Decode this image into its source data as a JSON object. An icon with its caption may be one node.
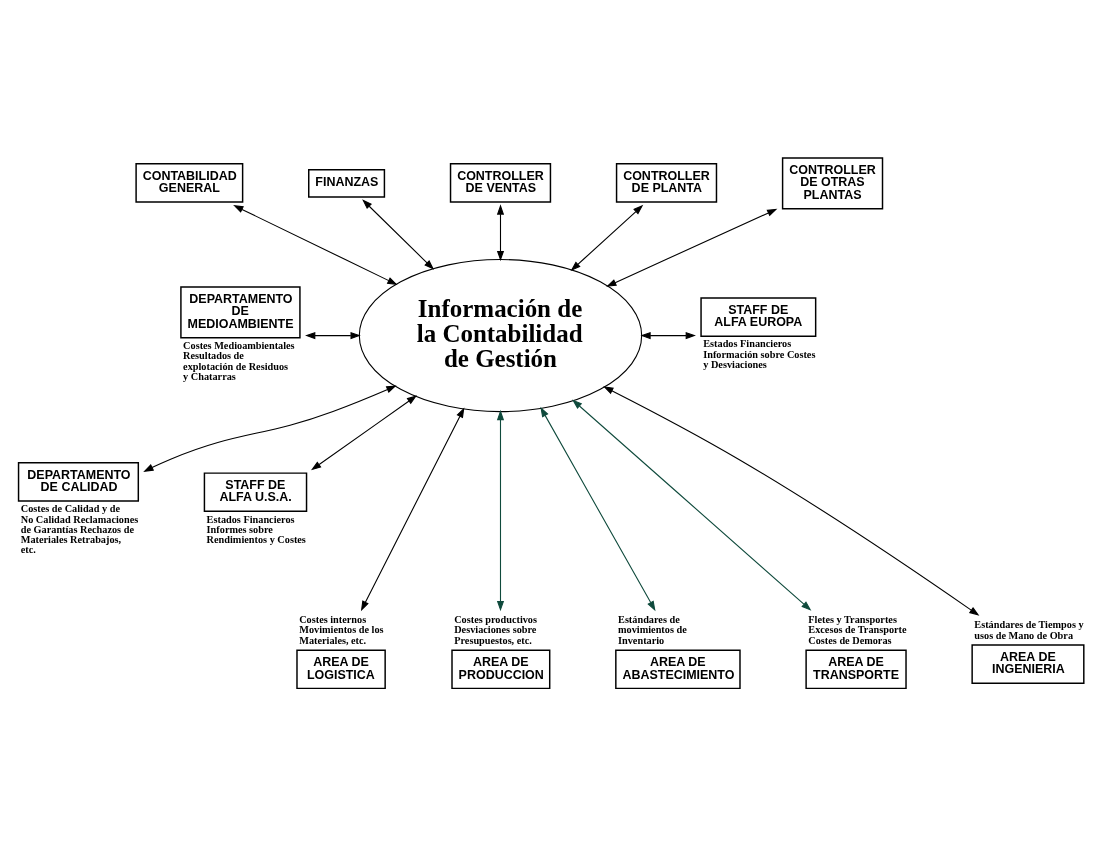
{
  "diagram": {
    "nodes": [
      {
        "text": [
          "CONTABILIDAD GENERAL"
        ]
      },
      {
        "text": [
          "FINANZAS"
        ]
      },
      {
        "text": [
          "CONTROLLER DE VENTAS"
        ]
      },
      {
        "text": [
          "CONTROLLER DE PLANTA"
        ]
      },
      {
        "text": [
          "CONTROLLER DE OTRAS PLANTAS"
        ]
      },
      {
        "text": [
          "DEPARTAMENTO DE MEDIOAMBIENTE"
        ],
        "beside": [
          "Costes Medioambientales Resultados de explotación de Residuos y Chatarras"
        ]
      },
      {
        "text": [
          "Información de la Contabilidad de Gestión"
        ]
      },
      {
        "text": [
          "STAFF DE ALFA EUROPA"
        ],
        "beside": [
          "Estados Financieros Información sobre Costes y Desviaciones"
        ]
      },
      {
        "text": [
          "DEPARTAMENTO DE CALIDAD"
        ],
        "beside": [
          "Costes de Calidad y de No Calidad Reclamaciones de Garantías Rechazos de Materiales Retrabajos, etc."
        ]
      },
      {
        "text": [
          "STAFF DE ALFA U.S.A."
        ],
        "beside": [
          "Estados Financieros Informes sobre Rendimientos y Costes"
        ]
      },
      {
        "text": [
          "AREA DE LOGISTICA"
        ],
        "beside": [
          "Costes internos Movimientos de los Materiales, etc."
        ]
      },
      {
        "text": [
          "AREA DE PRODUCCION"
        ],
        "beside": [
          "Costes productivos Desviaciones sobre Presupuestos, etc."
        ]
      },
      {
        "text": [
          "AREA DE ABASTECIMIENTO"
        ],
        "beside": [
          "Estándares de movimientos de Inventario"
        ]
      },
      {
        "text": [
          "AREA DE TRANSPORTE"
        ],
        "beside": [
          "Fletes y Transportes Excesos de Transporte Costes de Demoras"
        ]
      },
      {
        "text": [
          "AREA DE INGENIERIA"
        ],
        "beside": [
          "Estándares de Tiempos y usos de Mano de Obra"
        ]
      }
    ],
    "edges": [
      {
        "from": 0,
        "to": 6,
        "arrow": "both"
      },
      {
        "from": 1,
        "to": 6,
        "arrow": "both"
      },
      {
        "from": 2,
        "to": 6,
        "arrow": "both"
      },
      {
        "from": 3,
        "to": 6,
        "arrow": "both"
      },
      {
        "from": 4,
        "to": 6,
        "arrow": "both"
      },
      {
        "from": 5,
        "to": 6,
        "arrow": "both"
      },
      {
        "from": 6,
        "to": 7,
        "arrow": "both"
      },
      {
        "from": 6,
        "to": 8,
        "arrow": "both"
      },
      {
        "from": 6,
        "to": 9,
        "arrow": "both"
      },
      {
        "from": 6,
        "to": 10,
        "arrow": "both"
      },
      {
        "from": 6,
        "to": 11,
        "arrow": "both",
        "color": "#0f4a3c"
      },
      {
        "from": 6,
        "to": 12,
        "arrow": "both",
        "color": "#0f4a3c"
      },
      {
        "from": 6,
        "to": 13,
        "arrow": "both",
        "color": "#0f4a3c"
      },
      {
        "from": 6,
        "to": 14,
        "arrow": "both"
      }
    ]
  }
}
